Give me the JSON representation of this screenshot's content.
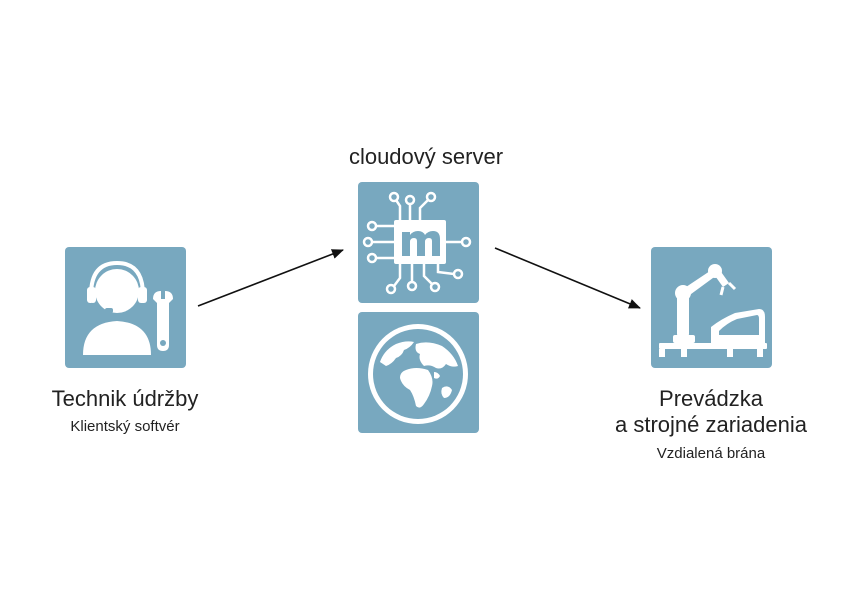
{
  "diagram": {
    "server": {
      "title": "cloudový server",
      "icons": [
        "circuit-m-logo-icon",
        "globe-icon"
      ]
    },
    "technician": {
      "title": "Technik údržby",
      "subtitle": "Klientský softvér",
      "icon": "support-headset-wrench-icon"
    },
    "plant": {
      "title_line1": "Prevádzka",
      "title_line2": "a strojné zariadenia",
      "subtitle": "Vzdialená brána",
      "icon": "robot-arm-car-icon"
    },
    "connections": [
      {
        "from": "technician",
        "to": "server"
      },
      {
        "from": "server",
        "to": "plant"
      }
    ],
    "colors": {
      "tile": "#78a8bf",
      "icon": "#ffffff",
      "arrow": "#111111",
      "text": "#222222"
    }
  }
}
